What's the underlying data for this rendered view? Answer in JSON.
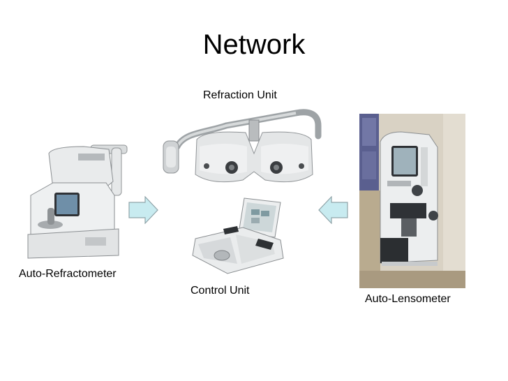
{
  "title": "Network",
  "devices": {
    "refraction_unit": {
      "label": "Refraction Unit"
    },
    "control_unit": {
      "label": "Control Unit"
    },
    "auto_refractometer": {
      "label": "Auto-Refractometer"
    },
    "auto_lensometer": {
      "label": "Auto-Lensometer"
    }
  },
  "colors": {
    "arrow_fill": "#c8ebf0",
    "arrow_stroke": "#8fa3a8"
  }
}
